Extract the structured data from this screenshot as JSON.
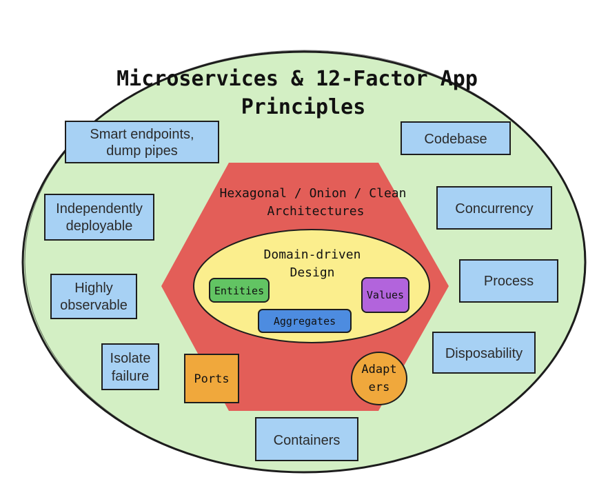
{
  "title_lines": [
    "Microservices & 12-Factor App",
    "Principles"
  ],
  "hex_label_lines": [
    "Hexagonal / Onion / Clean",
    "Architectures"
  ],
  "ddd_label_lines": [
    "Domain-driven",
    "Design"
  ],
  "ddd_items": {
    "entities": "Entities",
    "values": "Values",
    "aggregates": "Aggregates"
  },
  "ports": "Ports",
  "adapters_lines": [
    "Adapt",
    "ers"
  ],
  "left_boxes": [
    [
      "Smart endpoints,",
      "dump pipes"
    ],
    [
      "Independently",
      "deployable"
    ],
    [
      "Highly",
      "observable"
    ],
    [
      "Isolate",
      "failure"
    ]
  ],
  "right_boxes": [
    [
      "Codebase"
    ],
    [
      "Concurrency"
    ],
    [
      "Process"
    ],
    [
      "Disposability"
    ]
  ],
  "bottom_box": [
    "Containers"
  ],
  "colors": {
    "outer_fill": "#d3efc4",
    "hex_fill": "#e35e58",
    "inner_fill": "#fbee8d",
    "blue_box": "#a7d1f4",
    "entities": "#62c463",
    "values": "#b264dc",
    "aggregates": "#4d8ce0",
    "ports": "#f0a83c",
    "adapters": "#f0a83c",
    "stroke": "#1d1d1d"
  }
}
